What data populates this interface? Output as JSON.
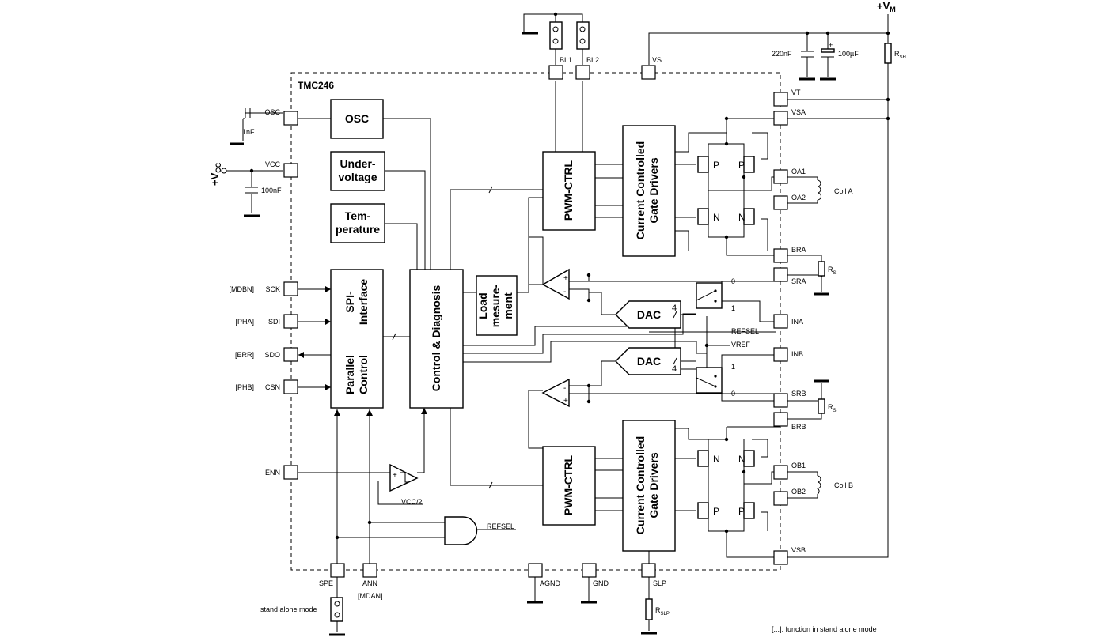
{
  "chip": {
    "name": "TMC246",
    "blocks": {
      "osc": "OSC",
      "undervoltage": [
        "Under-",
        "voltage"
      ],
      "temperature": [
        "Tem-",
        "perature"
      ],
      "spi": [
        "SPI-",
        "Interface"
      ],
      "parallel": [
        "Parallel",
        "Control"
      ],
      "control": "Control & Diagnosis",
      "load": [
        "Load",
        "mesure-",
        "ment"
      ],
      "pwm_a": "PWM-CTRL",
      "pwm_b": "PWM-CTRL",
      "gate_a": [
        "Current Controlled",
        "Gate Drivers"
      ],
      "gate_b": [
        "Current Controlled",
        "Gate Drivers"
      ],
      "dac_a": "DAC",
      "dac_b": "DAC"
    }
  },
  "pins": {
    "left": [
      "OSC",
      "VCC",
      "SCK",
      "SDI",
      "SDO",
      "CSN",
      "ENN"
    ],
    "left_alt": [
      "[MDBN]",
      "[PHA]",
      "[ERR]",
      "[PHB]"
    ],
    "top": [
      "BL1",
      "BL2",
      "VS"
    ],
    "right": [
      "VT",
      "VSA",
      "OA1",
      "OA2",
      "BRA",
      "SRA",
      "INA",
      "INB",
      "SRB",
      "BRB",
      "OB1",
      "OB2",
      "VSB"
    ],
    "bottom": [
      "SPE",
      "ANN",
      "AGND",
      "GND",
      "SLP"
    ],
    "bottom_alt": "[MDAN]"
  },
  "components": {
    "c_osc": "1nF",
    "c_vcc": "100nF",
    "c_vm1": "220nF",
    "c_vm2": "100µF",
    "vcc_supply": "+V",
    "vcc_supply_sub": "CC",
    "vm_supply": "+V",
    "vm_supply_sub": "M",
    "r_sh": "R",
    "r_sh_sub": "SH",
    "r_s_a": "R",
    "r_s_a_sub": "S",
    "r_s_b": "R",
    "r_s_b_sub": "S",
    "r_slp": "R",
    "r_slp_sub": "SLP",
    "coil_a": "Coil A",
    "coil_b": "Coil B"
  },
  "labels": {
    "refsel_gate": "REFSEL",
    "refsel_sw": "REFSEL",
    "vref": "VREF",
    "vcc2": "VCC/2",
    "dac_bits_a": "4",
    "dac_bits_b": "4",
    "sw_a_0": "0",
    "sw_a_1": "1",
    "sw_b_0": "0",
    "sw_b_1": "1",
    "p_a1": "P",
    "p_a2": "P",
    "n_a1": "N",
    "n_a2": "N",
    "n_b1": "N",
    "n_b2": "N",
    "p_b1": "P",
    "p_b2": "P",
    "stand_alone": "stand alone mode",
    "footnote": "[...]: function in stand alone mode"
  }
}
